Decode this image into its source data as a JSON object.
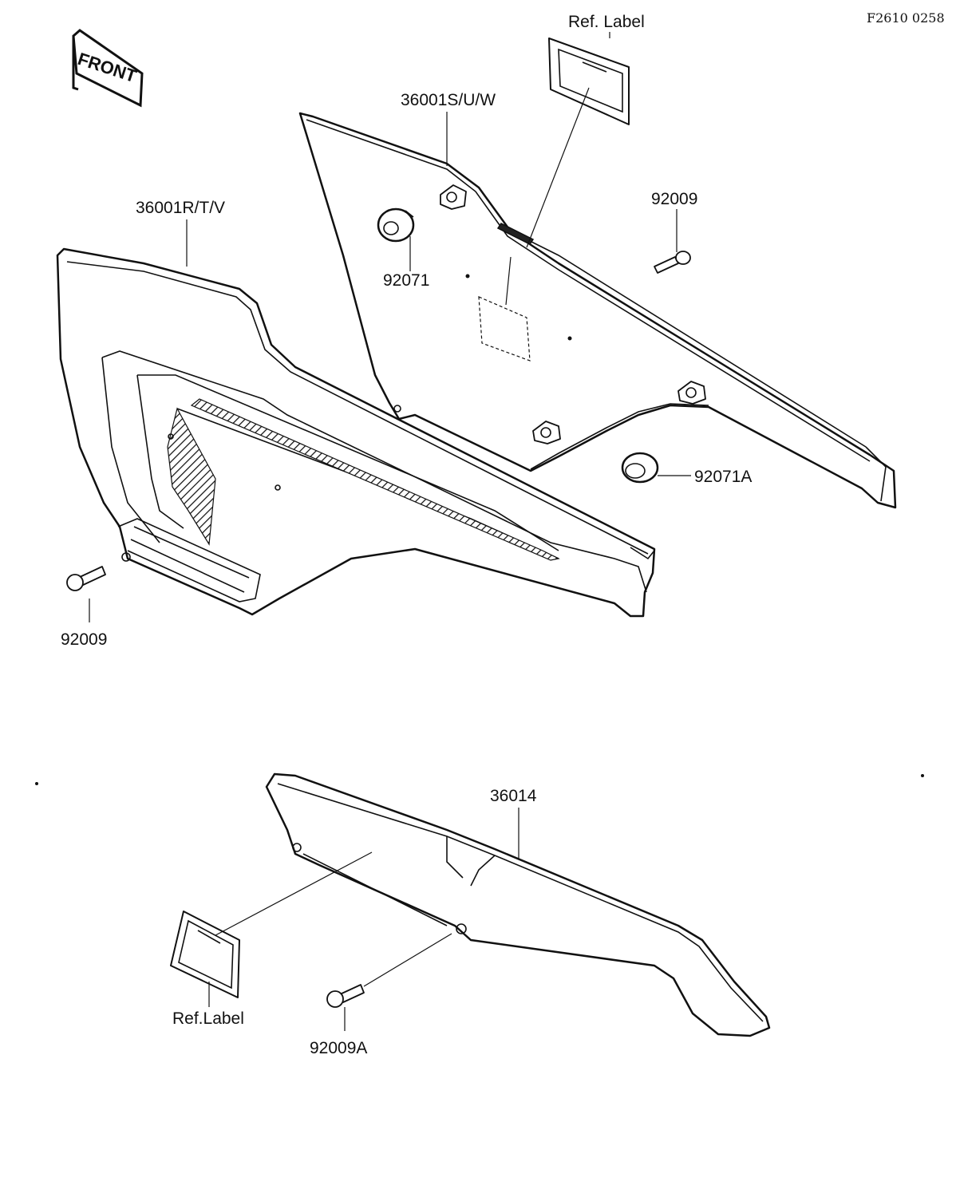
{
  "figure_code": "F2610 0258",
  "front_badge": "FRONT",
  "callouts": {
    "ref_label_top": "Ref. Label",
    "part_36001suw": "36001S/U/W",
    "part_36001rtv": "36001R/T/V",
    "part_92009_right": "92009",
    "part_92071": "92071",
    "part_92071a": "92071A",
    "part_92009_left": "92009",
    "part_36014": "36014",
    "ref_label_bottom": "Ref.Label",
    "part_92009a": "92009A"
  }
}
